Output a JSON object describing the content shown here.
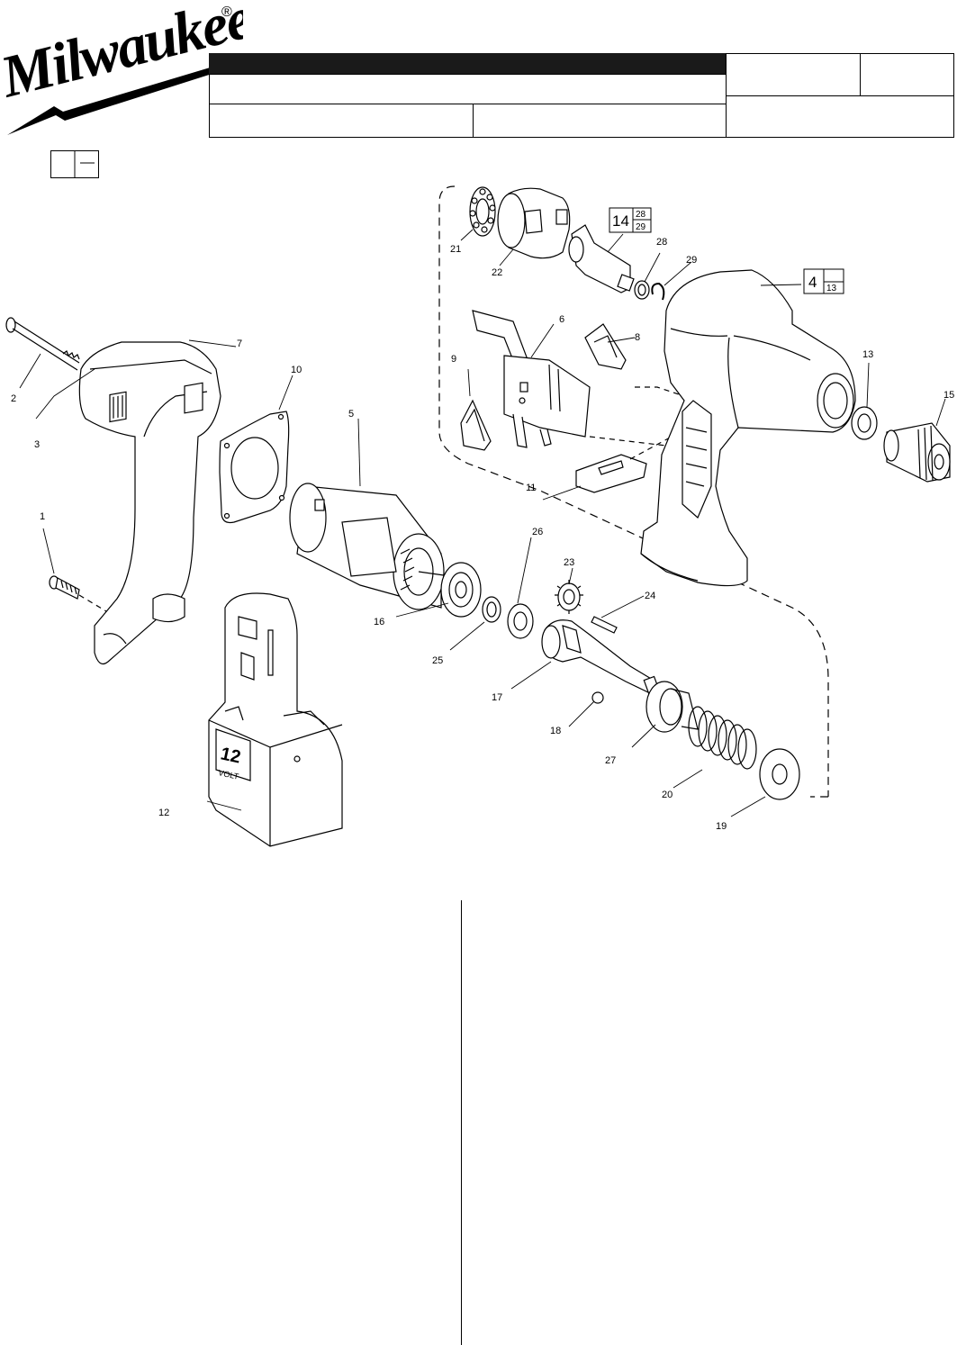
{
  "brand": {
    "name": "Milwaukee",
    "registered_mark": "®"
  },
  "callouts": {
    "c1": "1",
    "c2": "2",
    "c3": "3",
    "c5": "5",
    "c6": "6",
    "c7": "7",
    "c8": "8",
    "c9": "9",
    "c10": "10",
    "c11": "11",
    "c12": "12",
    "c13": "13",
    "c15": "15",
    "c16": "16",
    "c17": "17",
    "c18": "18",
    "c19": "19",
    "c20": "20",
    "c21": "21",
    "c22": "22",
    "c23": "23",
    "c24": "24",
    "c25": "25",
    "c26": "26",
    "c27": "27",
    "c28": "28",
    "c29": "29"
  },
  "kit_boxes": {
    "kit14": {
      "main": "14",
      "top": "28",
      "bottom": "29"
    },
    "kit4": {
      "main": "4",
      "bottom": "13"
    }
  },
  "battery_label": {
    "voltage": "12",
    "unit": "VOLT"
  }
}
